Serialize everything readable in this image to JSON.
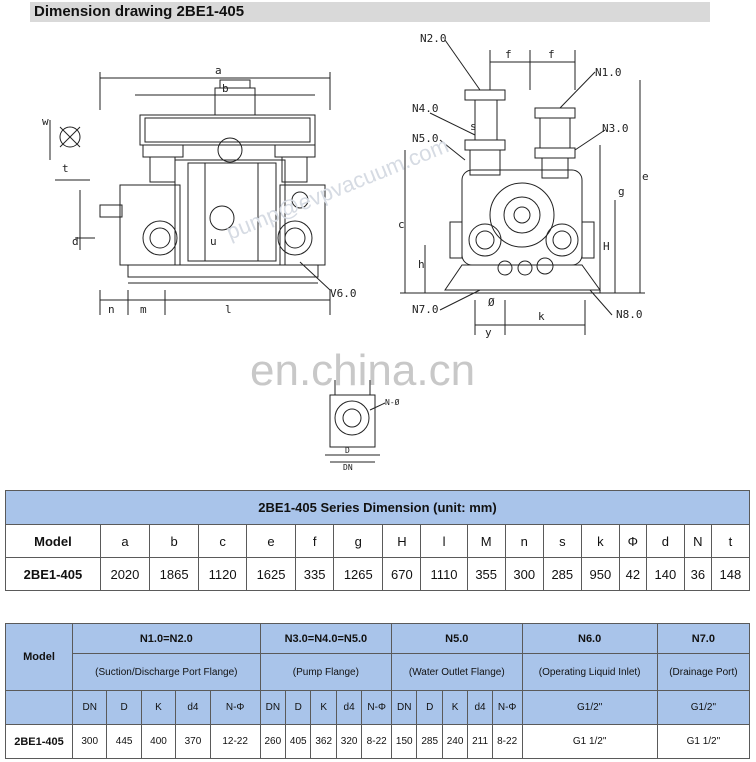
{
  "title": "Dimension drawing 2BE1-405",
  "drawing": {
    "front_labels": [
      "a",
      "b",
      "w",
      "t",
      "d",
      "u",
      "V6.0",
      "n",
      "m",
      "l"
    ],
    "side_labels": [
      "N2.0",
      "f",
      "f",
      "N1.0",
      "N4.0",
      "s",
      "N3.0",
      "N5.0",
      "e",
      "g",
      "c",
      "H",
      "h",
      "N7.0",
      "Ø",
      "N8.0",
      "k",
      "y"
    ],
    "flange_labels": [
      "N-Ø",
      "D",
      "DN"
    ],
    "watermark_site": "en.china.cn",
    "watermark_email": "pump@evpvacuum.com"
  },
  "table1": {
    "caption": "2BE1-405 Series Dimension (unit: mm)",
    "row_header": "Model",
    "columns": [
      "a",
      "b",
      "c",
      "e",
      "f",
      "g",
      "H",
      "l",
      "M",
      "n",
      "s",
      "k",
      "Φ",
      "d",
      "N",
      "t"
    ],
    "model": "2BE1-405",
    "values": [
      "2020",
      "1865",
      "1120",
      "1625",
      "335",
      "1265",
      "670",
      "1110",
      "355",
      "300",
      "285",
      "950",
      "42",
      "140",
      "36",
      "148"
    ]
  },
  "table2": {
    "row_header": "Model",
    "groups": [
      {
        "name": "N1.0=N2.0",
        "desc": "(Suction/Discharge Port Flange)"
      },
      {
        "name": "N3.0=N4.0=N5.0",
        "desc": "(Pump Flange)"
      },
      {
        "name": "N5.0",
        "desc": "(Water Outlet Flange)"
      },
      {
        "name": "N6.0",
        "desc": "(Operating Liquid Inlet)"
      },
      {
        "name": "N7.0",
        "desc": "(Drainage Port)"
      }
    ],
    "subcolumns": [
      "DN",
      "D",
      "K",
      "d4",
      "N-Φ",
      "DN",
      "D",
      "K",
      "d4",
      "N-Φ",
      "DN",
      "D",
      "K",
      "d4",
      "N-Φ",
      "G1/2\"",
      "G1/2\""
    ],
    "model": "2BE1-405",
    "values": [
      "300",
      "445",
      "400",
      "370",
      "12-22",
      "260",
      "405",
      "362",
      "320",
      "8-22",
      "150",
      "285",
      "240",
      "211",
      "8-22",
      "G1 1/2\"",
      "G1 1/2\""
    ]
  }
}
